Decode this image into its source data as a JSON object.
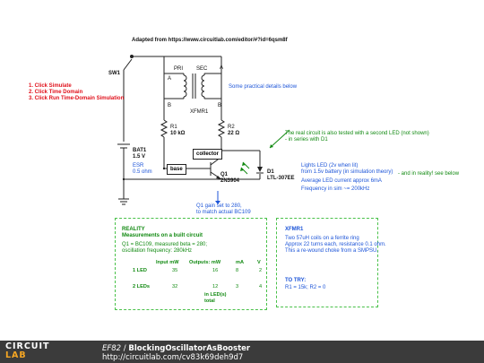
{
  "header": {
    "adapted_from": "Adapted from https://www.circuitlab.com/editor/#?id=6qsm8f"
  },
  "steps": [
    "1. Click Simulate",
    "2. Click Time Domain",
    "3. Click Run Time-Domain Simulation"
  ],
  "components": {
    "sw1": "SW1",
    "pri": "PRI",
    "sec": "SEC",
    "xfmr_a_left": "A",
    "xfmr_b_left": "B",
    "xfmr_a_right": "A",
    "xfmr_b_right": "B",
    "xfmr": "XFMR1",
    "r1_name": "R1",
    "r1_value": "10 kΩ",
    "r2_name": "R2",
    "r2_value": "22 Ω",
    "bat_name": "BAT1",
    "bat_value": "1.5 V",
    "esr_label": "ESR",
    "esr_value": "0.5 ohm",
    "base_label": "base",
    "collector_label": "collector",
    "q1_name": "Q1",
    "q1_part": "2N3904",
    "d1_name": "D1",
    "d1_part": "LTL-307EE"
  },
  "notes": {
    "practical": "Some practical details below",
    "real_circuit_1": "The real circuit is also tested with a second LED (not shown)",
    "real_circuit_2": "- in series with D1",
    "lights_1": "Lights LED (2v when lit)",
    "lights_2": "from 1.5v battery (in simulation theory)",
    "and_reality": "- and in reality! see below",
    "avg_current": "Average LED current approx 6mA",
    "frequency": "Frequency in sim ~= 200kHz",
    "q1_gain_1": "Q1 gain set to 280,",
    "q1_gain_2": "to match actual BC109"
  },
  "reality": {
    "title": "REALITY",
    "subtitle": "Measurements on a built circuit",
    "line1": "Q1 = BC109, measured beta = 280;",
    "line2": "oscillation frequency: 280kHz",
    "headers": [
      "Input mW",
      "Outputs: mW",
      "mA",
      "V"
    ],
    "rows": [
      {
        "label": "1 LED",
        "input": "35",
        "output": "16",
        "ma": "8",
        "v": "2"
      },
      {
        "label": "2 LEDs",
        "input": "32",
        "output": "12",
        "ma": "3",
        "v": "4"
      }
    ],
    "footer_1": "in LED(s)",
    "footer_2": "total"
  },
  "xfmr_note": {
    "title": "XFMR1",
    "line1": "Two 57uH coils on a ferrite ring",
    "line2": "Approx 22 turns each, resistance 0.1 ohm.",
    "line3": "This a re-wound choke from a SMPSU.",
    "todo_title": "TO TRY:",
    "todo_line": "R1 = 15k; R2 = 0"
  },
  "footer": {
    "logo_top": "CIRCUIT",
    "logo_bottom": "LAB",
    "author": "EF82",
    "separator": " / ",
    "title": "BlockingOscillatorAsBooster",
    "url": "http://circuitlab.com/cv83k69deh9d7"
  },
  "colors": {
    "red": "#e0101a",
    "blue": "#1d55d8",
    "green": "#128a12",
    "dashed_green": "#49c149",
    "footer_bg": "#3b3b3b",
    "logo_orange": "#f5a623"
  }
}
